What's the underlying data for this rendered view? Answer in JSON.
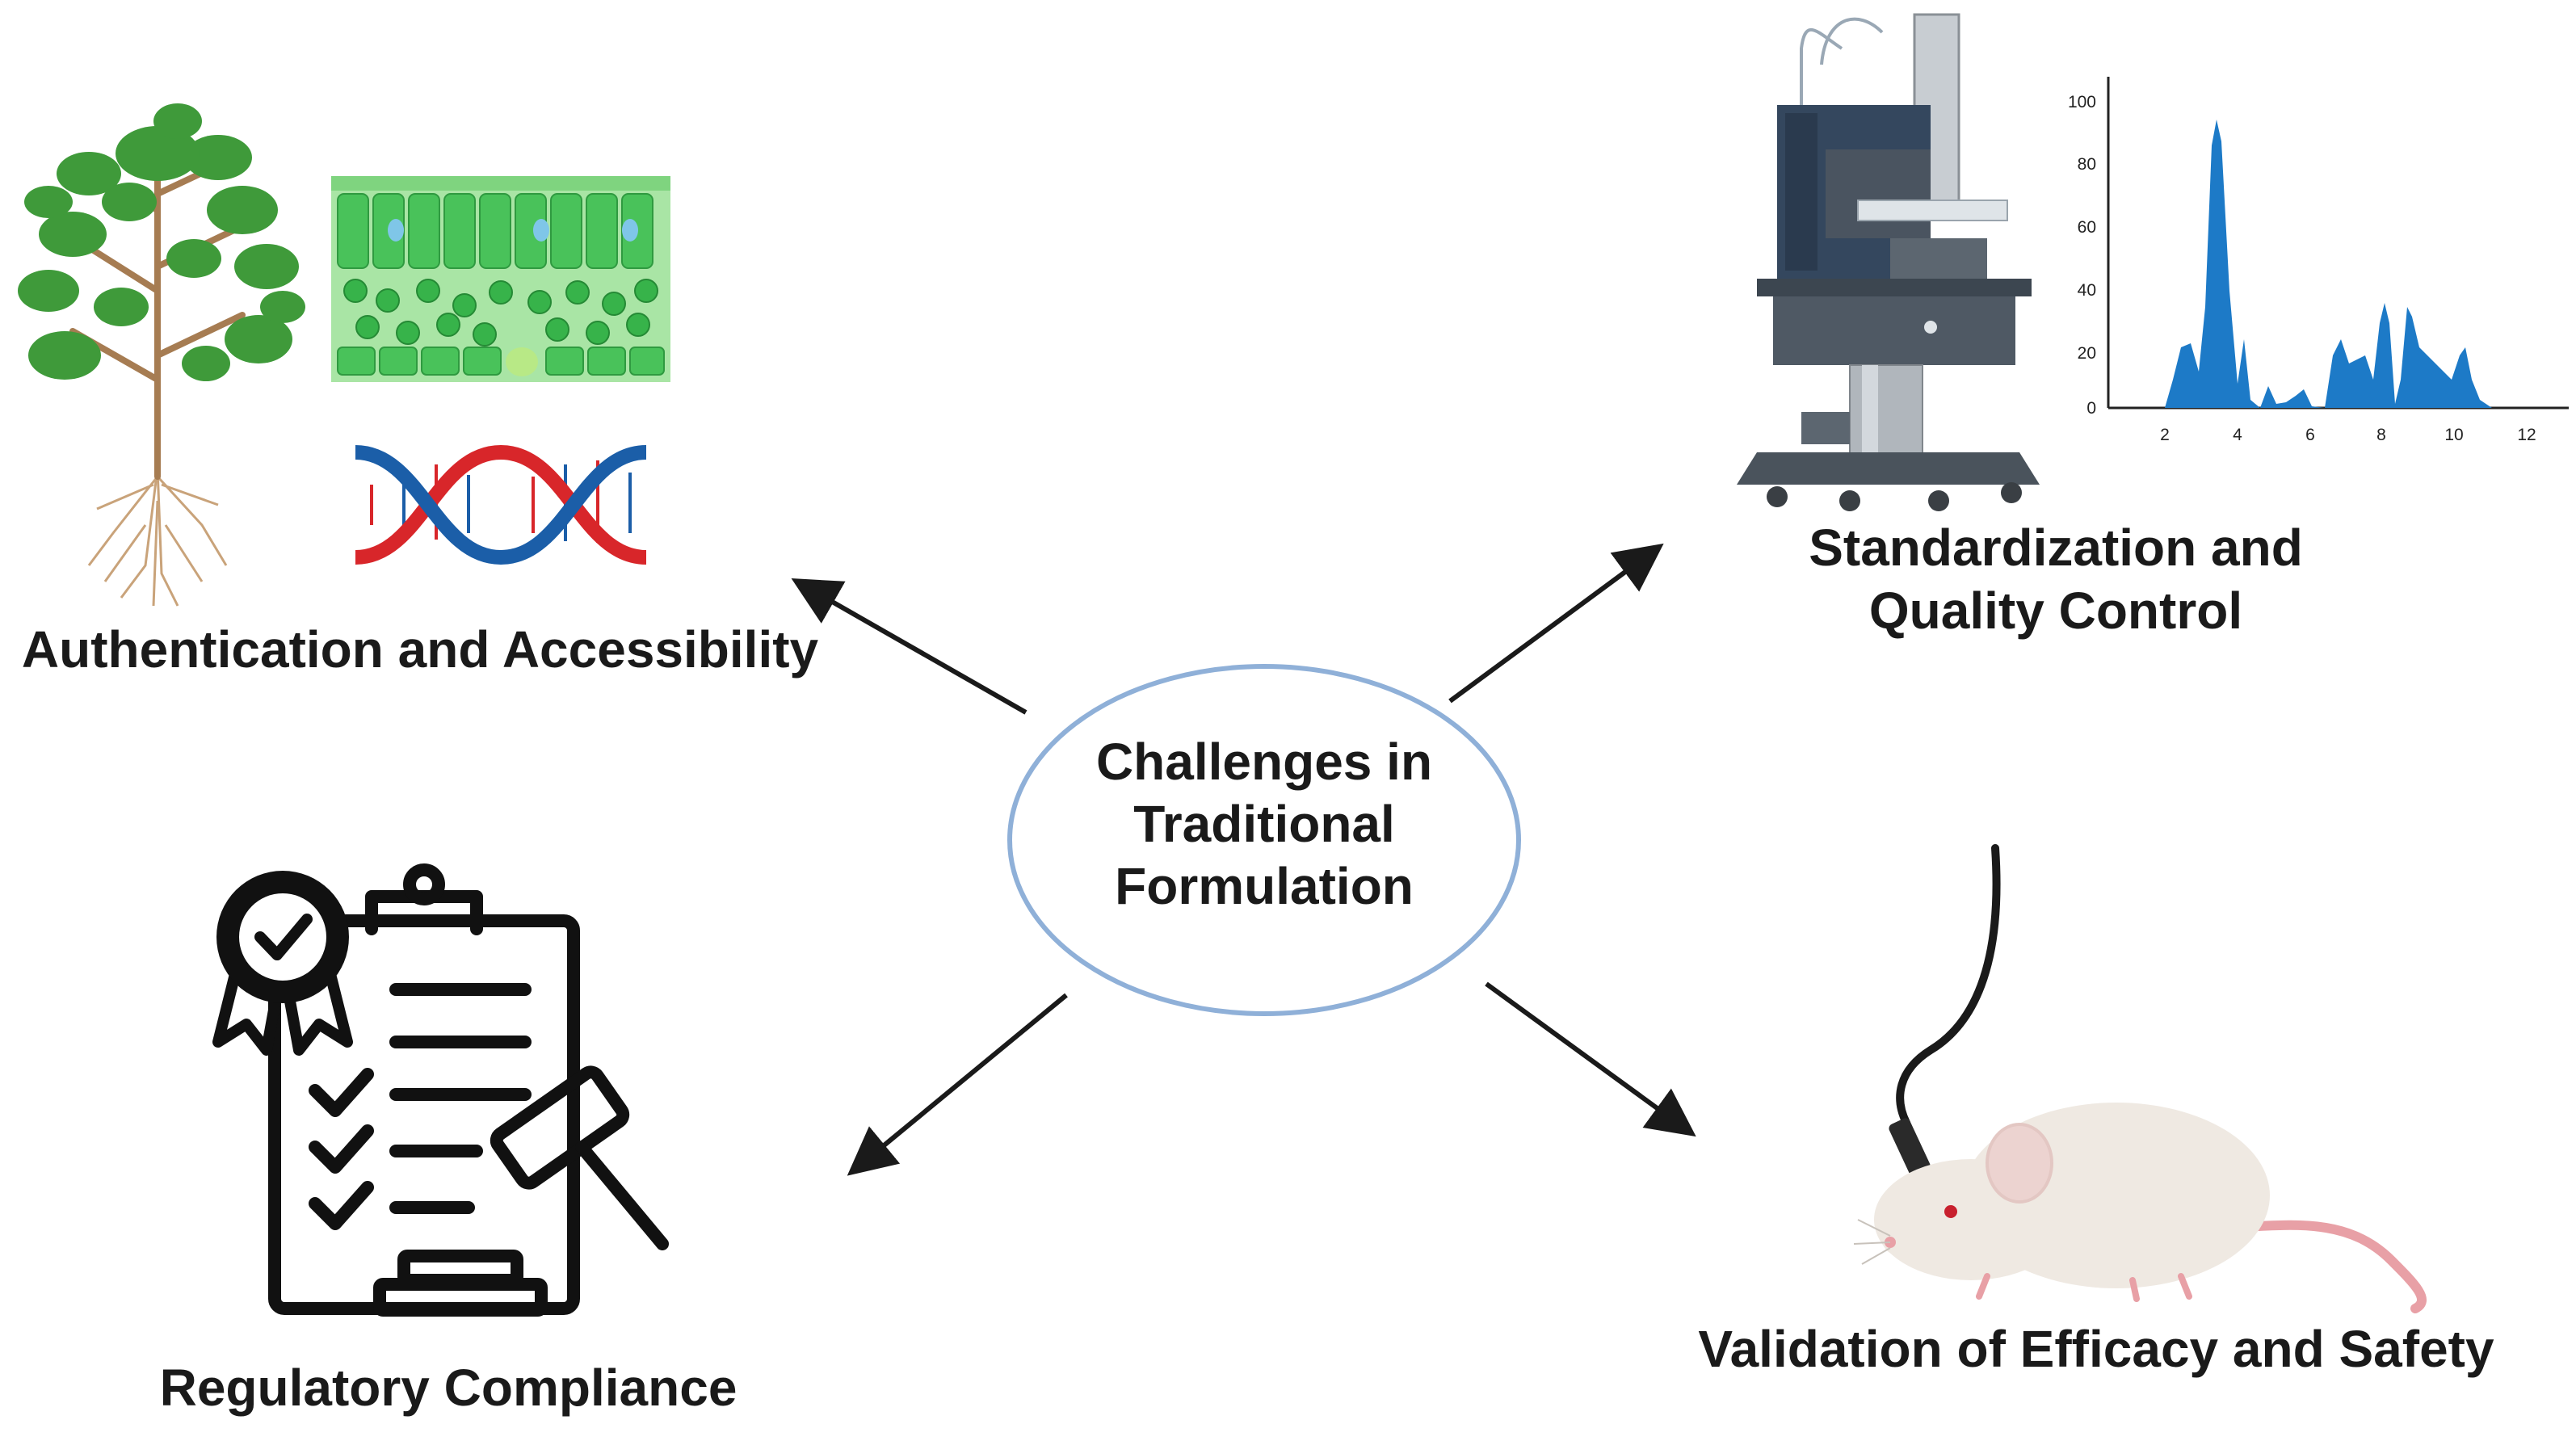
{
  "center": {
    "lines": [
      "Challenges in",
      "Traditional",
      "Formulation"
    ]
  },
  "nodes": {
    "top_left": {
      "label": "Authentication and Accessibility"
    },
    "top_right": {
      "lines": [
        "Standardization and",
        "Quality Control"
      ]
    },
    "bottom_left": {
      "label": "Regulatory Compliance"
    },
    "bottom_right": {
      "label": "Validation of  Efficacy and Safety"
    }
  },
  "chromatogram": {
    "y_ticks": [
      "100",
      "80",
      "60",
      "40",
      "20",
      "0"
    ],
    "x_ticks": [
      "2",
      "4",
      "6",
      "8",
      "10",
      "12"
    ],
    "color": "#1d7ac7"
  },
  "colors": {
    "ellipse_stroke": "#8fb0d8",
    "arrow": "#1a1a1a",
    "leaf": "#3f9a3a",
    "cell_green": "#49c25a",
    "dna_red": "#d8262a",
    "dna_blue": "#1b5ea8"
  }
}
